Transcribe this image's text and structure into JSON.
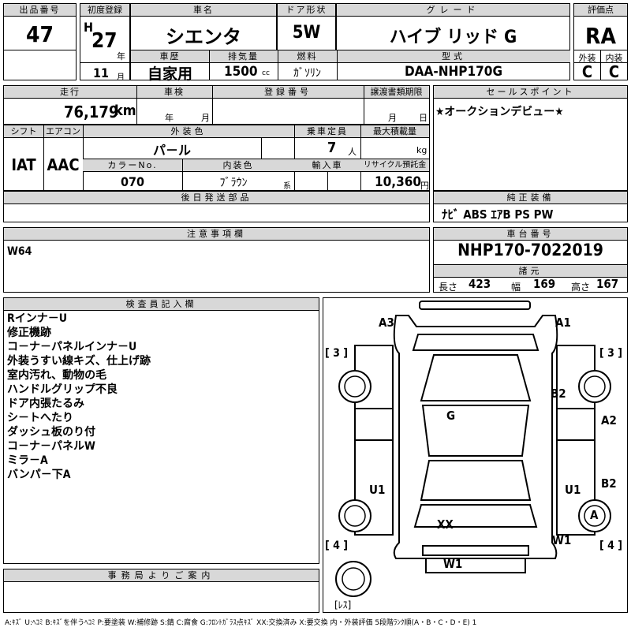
{
  "header": {
    "lot_label": "出品番号",
    "lot": "47",
    "first_reg_label": "初度登録",
    "era": "H",
    "year": "27",
    "year_unit": "年",
    "month": "11",
    "month_unit": "月",
    "name_label": "車名",
    "name": "シエンタ",
    "door_label": "ドア形状",
    "door": "5W",
    "grade_label": "グレード",
    "grade": "ハイブ リッド G",
    "score_label": "評価点",
    "score": "RA",
    "history_label": "車歴",
    "history": "自家用",
    "displacement_label": "排気量",
    "displacement": "1500",
    "displacement_unit": "cc",
    "fuel_label": "燃料",
    "fuel": "ｶﾞｿﾘﾝ",
    "model_label": "型式",
    "model": "DAA-NHP170G",
    "ext_label": "外装",
    "ext": "C",
    "int_label": "内装",
    "int": "C"
  },
  "row2": {
    "mileage_label": "走行",
    "mileage": "76,179",
    "mileage_unit": "km",
    "inspection_label": "車検",
    "insp_year_unit": "年",
    "insp_month_unit": "月",
    "reg_no_label": "登録番号",
    "transfer_label": "譲渡書類期限",
    "transfer_month_unit": "月",
    "transfer_day_unit": "日",
    "sales_label": "セールスポイント",
    "sales": "★オークションデビュー★"
  },
  "row3": {
    "shift_label": "シフト",
    "shift": "IAT",
    "ac_label": "エアコン",
    "ac": "AAC",
    "color_label": "外装色",
    "color": "パ－ル",
    "capacity_label": "乗車定員",
    "capacity": "7",
    "capacity_unit": "人",
    "load_label": "最大積載量",
    "load_unit": "kg",
    "color_no_label": "カラーNo.",
    "color_no": "070",
    "int_color_label": "内装色",
    "int_color": "ﾌﾞﾗｳﾝ",
    "int_color_unit": "系",
    "import_label": "輸入車",
    "recycle_label": "リサイクル預託金",
    "recycle": "10,360",
    "recycle_unit": "円"
  },
  "row4": {
    "later_parts_label": "後日発送部品",
    "equipment_label": "純正装備",
    "equipment": "ﾅﾋﾞ ABS ｴｱB PS PW"
  },
  "row5": {
    "caution_label": "注意事項欄",
    "caution": "W64",
    "chassis_label": "車台番号",
    "chassis": "NHP170-7022019",
    "dims_label": "諸元",
    "length_label": "長さ",
    "length": "423",
    "width_label": "幅",
    "width": "169",
    "height_label": "高さ",
    "height": "167"
  },
  "inspector": {
    "label": "検査員記入欄",
    "lines": [
      "Rインナ－U",
      "修正機跡",
      "コ－ナ－パネルインナ－U",
      "外装うすい線キズ、仕上げ跡",
      "室内汚れ、動物の毛",
      "ハンドルグリップ不良",
      "ドア内張たるみ",
      "シ－トへたり",
      "ダッシュ板のり付",
      "コ－ナ－パネルW",
      "ミラ－A",
      "バンパ－下A"
    ]
  },
  "office": {
    "label": "事務局よりご案内"
  },
  "diagram": {
    "marks": {
      "a3_tl": "A3",
      "a1_tr": "A1",
      "g": "G",
      "b2_upper": "B2",
      "a2": "A2",
      "b2_lower": "B2",
      "u1_left": "U1",
      "u1_right": "U1",
      "xx": "XX",
      "a_wheel": "A",
      "w1_right": "W1",
      "w1_bottom": "W1"
    },
    "left3": "[ 3 ]",
    "right3": "[ 3 ]",
    "left4": "[ 4 ]",
    "right4": "[ 4 ]",
    "res": "[ﾚｽ]"
  },
  "legend": "A:ｷｽﾞ U:ﾍｺﾐ B:ｷｽﾞを伴うﾍｺﾐ P:要塗装 W:補修跡 S:錆 C:腐食 G:ﾌﾛﾝﾄｶﾞﾗｽ点ｷｽﾞ XX:交換済み X:要交換 内・外装評価 5段階ﾗﾝｸ順(A・B・C・D・E) 1"
}
